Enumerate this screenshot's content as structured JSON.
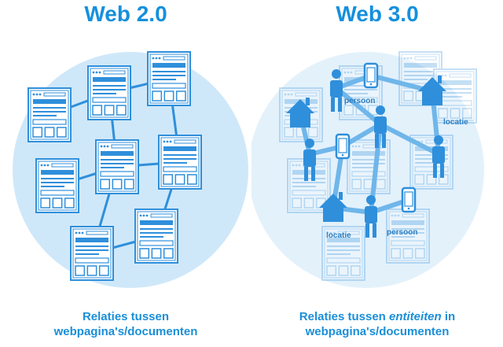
{
  "web2": {
    "title": "Web 2.0",
    "caption_line1": "Relaties tussen",
    "caption_line2": "webpagina's/documenten"
  },
  "web3": {
    "title": "Web 3.0",
    "caption_prefix": "Relaties tussen ",
    "caption_emphasis": "entiteiten",
    "caption_suffix": " in",
    "caption_line2": "webpagina's/documenten",
    "labels": {
      "persoon_top": "persoon",
      "locatie_right": "locatie",
      "locatie_bottom": "locatie",
      "persoon_bottom": "persoon"
    }
  },
  "colors": {
    "title_blue": "#1590dd",
    "circle_web2": "#cfe8f9",
    "circle_web3": "#e3f1fb",
    "page_stroke": "#2f8fdb",
    "page_fill": "#ffffff"
  }
}
